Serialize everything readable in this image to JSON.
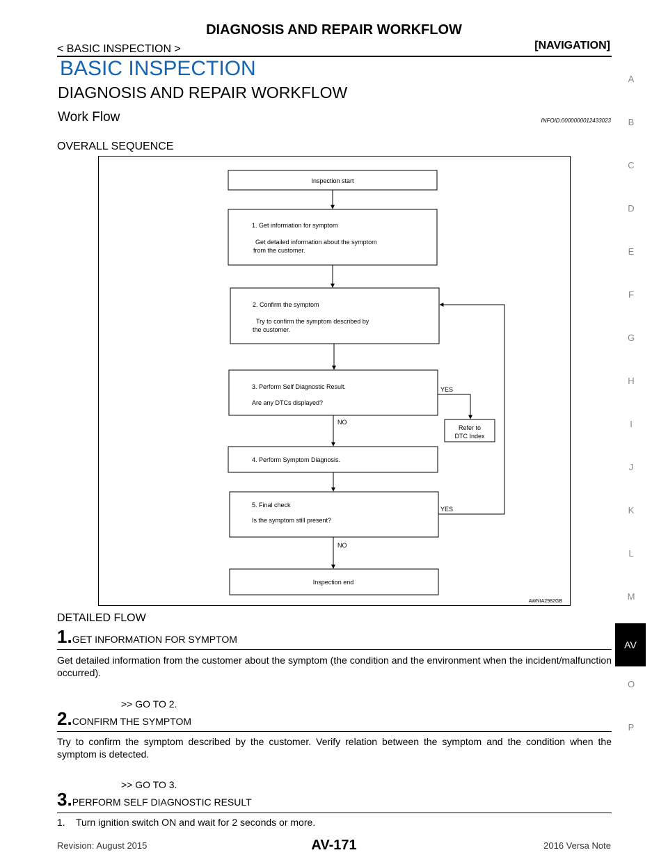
{
  "header": {
    "title": "DIAGNOSIS AND REPAIR WORKFLOW",
    "subtitle": "< BASIC INSPECTION >",
    "section": "[NAVIGATION]"
  },
  "headings": {
    "main": "BASIC INSPECTION",
    "section": "DIAGNOSIS AND REPAIR WORKFLOW",
    "subsection": "Work Flow",
    "infoid": "INFOID:0000000012433023",
    "overall": "OVERALL SEQUENCE"
  },
  "side_index": [
    "A",
    "B",
    "C",
    "D",
    "E",
    "F",
    "G",
    "H",
    "I",
    "J",
    "K",
    "L",
    "M",
    "AV",
    "O",
    "P"
  ],
  "flowchart": {
    "start": "Inspection start",
    "step1_title": "1. Get information for symptom",
    "step1_line1": "Get detailed information about the symptom",
    "step1_line2": "from the customer.",
    "step2_title": "2. Confirm the symptom",
    "step2_line1": "Try to confirm the symptom described by",
    "step2_line2": "the customer.",
    "step3_title": "3. Perform Self Diagnostic Result.",
    "step3_line1": "Are any DTCs displayed?",
    "yes1": "YES",
    "no1": "NO",
    "dtc_line1": "Refer to",
    "dtc_line2": "DTC Index",
    "step4_title": "4. Perform Symptom Diagnosis.",
    "step5_title": "5. Final check",
    "step5_line1": "Is the symptom still present?",
    "yes2": "YES",
    "no2": "NO",
    "end": "Inspection end",
    "code": "AWNIA2982GB"
  },
  "detailed": {
    "title": "DETAILED FLOW",
    "steps": [
      {
        "num": "1.",
        "title": "GET INFORMATION FOR SYMPTOM",
        "text": "Get detailed information from the customer about the symptom (the condition and the environment when the incident/malfunction occurred).",
        "goto": ">> GO TO 2."
      },
      {
        "num": "2.",
        "title": "CONFIRM THE SYMPTOM",
        "text": "Try to confirm the symptom described by the customer. Verify relation between the symptom and the condition when the symptom is detected.",
        "goto": ">> GO TO 3."
      },
      {
        "num": "3.",
        "title": "PERFORM SELF DIAGNOSTIC RESULT",
        "text": "1.    Turn ignition switch ON and wait for 2 seconds or more."
      }
    ]
  },
  "footer": {
    "revision": "Revision: August 2015",
    "page": "AV-171",
    "model": "2016 Versa Note"
  }
}
